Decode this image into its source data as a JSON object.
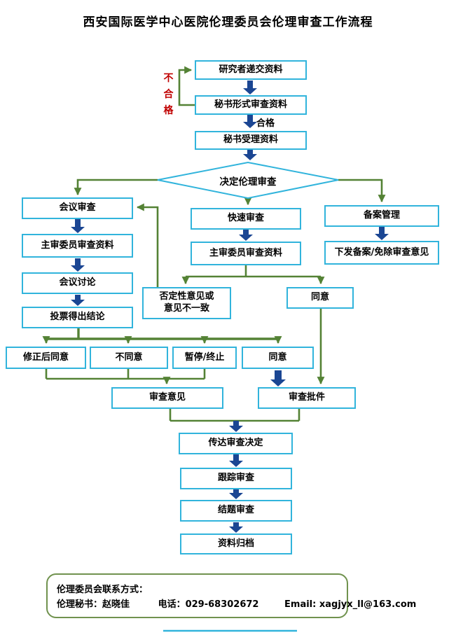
{
  "title": "西安国际医学中心医院伦理委员会伦理审查工作流程",
  "labels": {
    "pass": "合格",
    "fail": "不合格"
  },
  "nodes": {
    "submit": "研究者递交资料",
    "formal_review": "秘书形式审查资料",
    "accept": "秘书受理资料",
    "decide": "决定伦理审查",
    "meeting_review": "会议审查",
    "chief_review_left": "主审委员审查资料",
    "discussion": "会议讨论",
    "vote": "投票得出结论",
    "rapid_review": "快速审查",
    "chief_review_mid": "主审委员审查资料",
    "filing": "备案管理",
    "issue_filing": "下发备案/免除审查意见",
    "negative_line1": "否定性意见或",
    "negative_line2": "意见不一致",
    "agree_mid": "同意",
    "amend_agree": "修正后同意",
    "disagree": "不同意",
    "suspend": "暂停/终止",
    "agree_row": "同意",
    "opinion": "审查意见",
    "approval": "审查批件",
    "convey": "传达审查决定",
    "follow_up": "跟踪审查",
    "conclusion": "结题审查",
    "archive": "资料归档"
  },
  "contact": {
    "line1": "伦理委员会联系方式：",
    "secretary_label": "伦理秘书：",
    "secretary_name": "赵晓佳",
    "phone_label": "电话：",
    "phone": "029-68302672",
    "email_label": "Email:",
    "email": "xagjyx_ll@163.com"
  },
  "colors": {
    "box_border": "#31B4DC",
    "flow_green": "#548235",
    "arrow_blue": "#1B4693",
    "fail_red": "#C00000",
    "contact_border": "#70924E"
  }
}
